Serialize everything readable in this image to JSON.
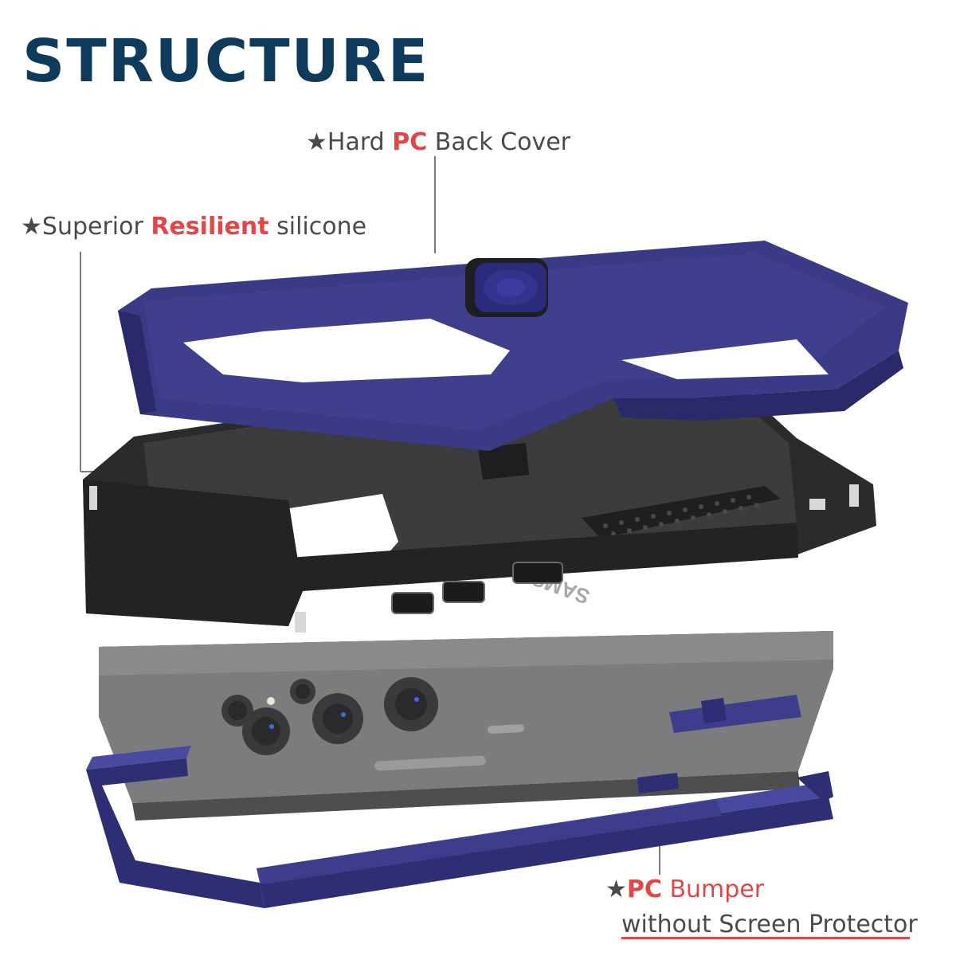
{
  "title": "STRUCTURE",
  "labels": {
    "back_cover": {
      "star": "★",
      "pre": "Hard ",
      "highlight": "PC",
      "post": " Back Cover"
    },
    "silicone": {
      "star": "★",
      "pre": "Superior ",
      "highlight": "Resilient",
      "post": " silicone"
    },
    "bumper": {
      "star": "★",
      "highlight": "PC",
      "post": " Bumper",
      "line2": "without Screen Protector"
    }
  },
  "phone_brand_text": "SAMSUNG",
  "colors": {
    "title": "#0e3a5c",
    "highlight": "#e04848",
    "label_text": "#4a4a4a",
    "case_blue": "#3a3a86",
    "silicone_black": "#2b2b2d",
    "phone_gray": "#7c7c7e"
  }
}
